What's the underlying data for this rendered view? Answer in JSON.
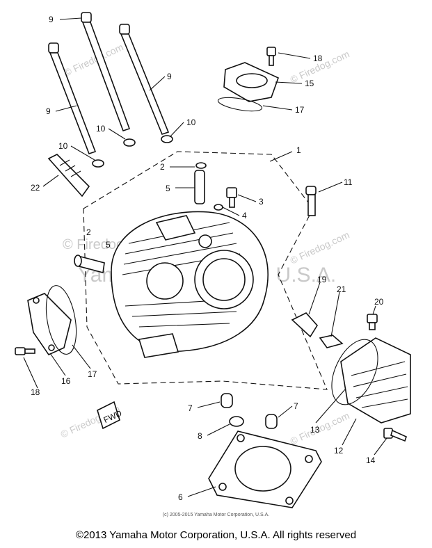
{
  "watermark": {
    "site": "© Firedog.com",
    "corp": "Yamaha Motor Corp, U.S.A.",
    "repeat": "© Firedog.com"
  },
  "inner_copyright": "(c) 2005-2015 Yamaha Motor Corporation, U.S.A.",
  "footer": "©2013 Yamaha Motor Corporation, U.S.A. All rights reserved",
  "fwd_tag": "FWD",
  "callouts": [
    "1",
    "2",
    "2",
    "3",
    "4",
    "5",
    "5",
    "6",
    "7",
    "7",
    "8",
    "9",
    "9",
    "9",
    "10",
    "10",
    "10",
    "11",
    "12",
    "13",
    "14",
    "15",
    "16",
    "17",
    "17",
    "18",
    "18",
    "19",
    "20",
    "21",
    "22"
  ]
}
